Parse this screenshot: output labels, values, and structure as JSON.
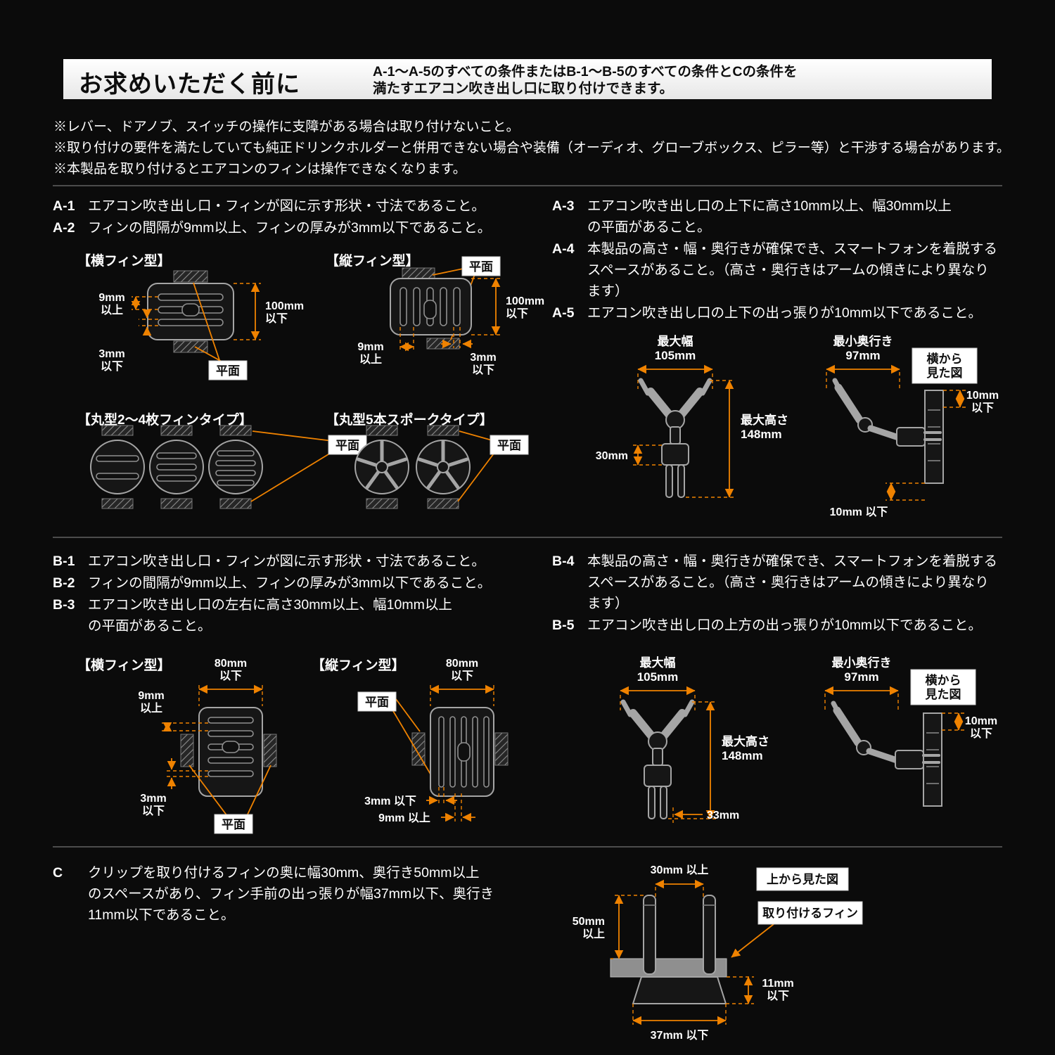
{
  "header": {
    "title": "お求めいただく前に",
    "subtitle1": "A-1～A-5のすべての条件またはB-1～B-5のすべての条件とCの条件を",
    "subtitle2": "満たすエアコン吹き出し口に取り付けできます。"
  },
  "notes": {
    "n1": "※レバー、ドアノブ、スイッチの操作に支障がある場合は取り付けないこと。",
    "n2": "※取り付けの要件を満たしていても純正ドリンクホルダーと併用できない場合や装備（オーディオ、グローブボックス、ピラー等）と干渉する場合があります。",
    "n3": "※本製品を取り付けるとエアコンのフィンは操作できなくなります。"
  },
  "sectionA": {
    "a1_id": "A-1",
    "a1": "エアコン吹き出し口・フィンが図に示す形状・寸法であること。",
    "a2_id": "A-2",
    "a2": "フィンの間隔が9mm以上、フィンの厚みが3mm以下であること。",
    "a3_id": "A-3",
    "a3": "エアコン吹き出し口の上下に高さ10mm以上、幅30mm以上\nの平面があること。",
    "a4_id": "A-4",
    "a4": "本製品の高さ・幅・奥行きが確保でき、スマートフォンを着脱する\nスペースがあること。（高さ・奥行きはアームの傾きにより異なり\nます）",
    "a5_id": "A-5",
    "a5": "エアコン吹き出し口の上下の出っ張りが10mm以下であること。"
  },
  "sectionB": {
    "b1_id": "B-1",
    "b1": "エアコン吹き出し口・フィンが図に示す形状・寸法であること。",
    "b2_id": "B-2",
    "b2": "フィンの間隔が9mm以上、フィンの厚みが3mm以下であること。",
    "b3_id": "B-3",
    "b3": "エアコン吹き出し口の左右に高さ30mm以上、幅10mm以上\nの平面があること。",
    "b4_id": "B-4",
    "b4": "本製品の高さ・幅・奥行きが確保でき、スマートフォンを着脱する\nスペースがあること。（高さ・奥行きはアームの傾きにより異なり\nます）",
    "b5_id": "B-5",
    "b5": "エアコン吹き出し口の上方の出っ張りが10mm以下であること。"
  },
  "sectionC": {
    "c_id": "C",
    "c": "クリップを取り付けるフィンの奥に幅30mm、奥行き50mm以上\nのスペースがあり、フィン手前の出っ張りが幅37mm以下、奥行き\n11mm以下であること。"
  },
  "labels": {
    "hfin": "【横フィン型】",
    "vfin": "【縦フィン型】",
    "round24": "【丸型2～4枚フィンタイプ】",
    "spoke5": "【丸型5本スポークタイプ】",
    "plane": "平面",
    "mm9": "9mm",
    "mm3": "3mm",
    "mm100": "100mm",
    "mm80": "80mm",
    "ge": "以上",
    "le": "以下",
    "mm9ge": "9mm 以上",
    "mm3le": "3mm 以下",
    "maxW": "最大幅",
    "mm105": "105mm",
    "maxH": "最大高さ",
    "mm148": "148mm",
    "mm30": "30mm",
    "mm33": "33mm",
    "minD": "最小奥行き",
    "mm97": "97mm",
    "side1": "横から",
    "side2": "見た図",
    "mm10": "10mm",
    "mm10le": "10mm 以下",
    "topview": "上から見た図",
    "finlabel": "取り付けるフィン",
    "mm50": "50mm",
    "mm30ge": "30mm 以上",
    "mm11": "11mm",
    "mm37le": "37mm 以下"
  }
}
